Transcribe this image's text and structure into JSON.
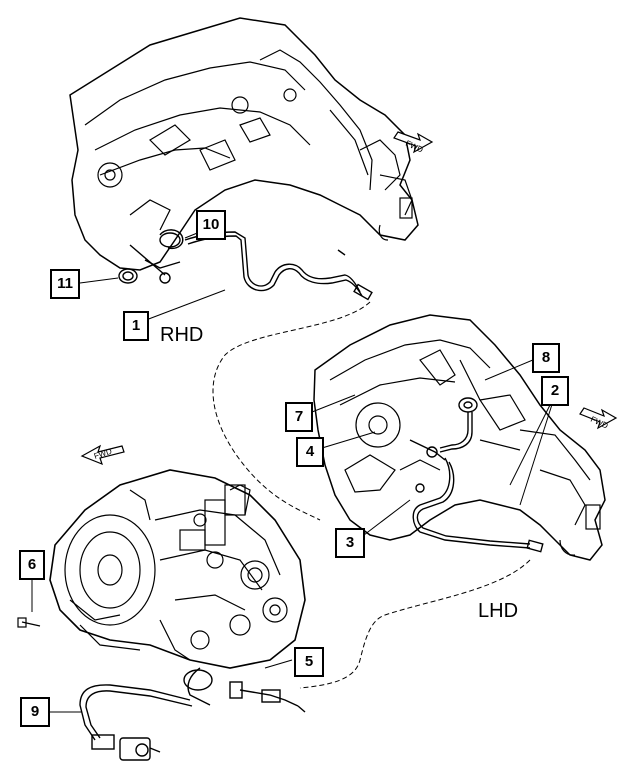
{
  "callouts": {
    "c1": "1",
    "c2": "2",
    "c3": "3",
    "c4": "4",
    "c5": "5",
    "c6": "6",
    "c7": "7",
    "c8": "8",
    "c9": "9",
    "c10": "10",
    "c11": "11"
  },
  "labels": {
    "rhd": "RHD",
    "lhd": "LHD",
    "fwd": "FWD"
  }
}
